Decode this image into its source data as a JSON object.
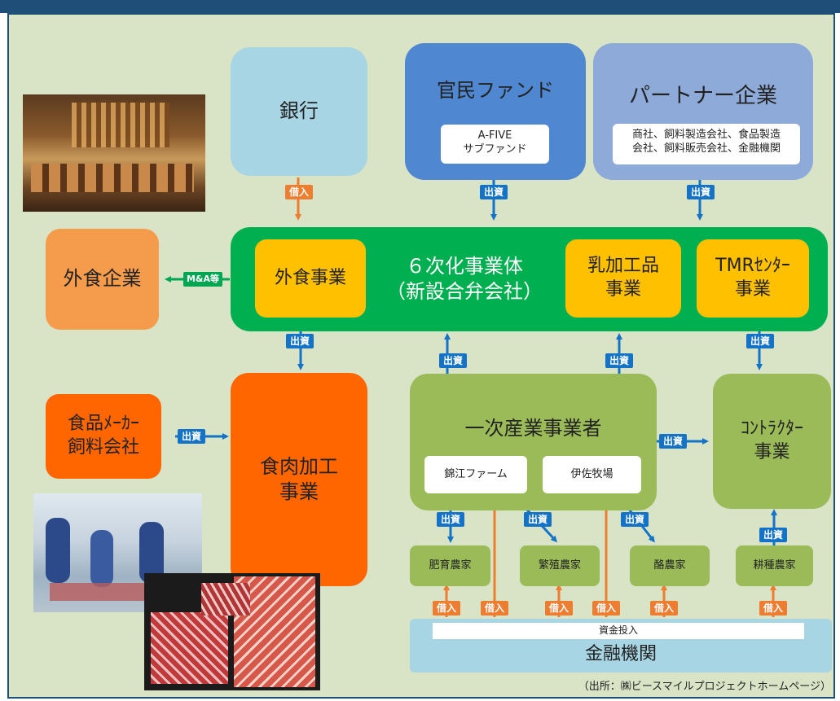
{
  "colors": {
    "header": "#1f4e79",
    "background": "#d9e4c7",
    "bank": "#a8d5e4",
    "fund": "#4f88d0",
    "partner": "#8eaad8",
    "main_entity": "#00b050",
    "business_yellow": "#ffc000",
    "orange_box": "#ff6600",
    "light_orange": "#f59b4c",
    "primary_green": "#9bbb59",
    "finance": "#a8d5e4",
    "arrow_blue": "#1473c6",
    "arrow_orange": "#ed7d31",
    "arrow_green": "#00a651"
  },
  "nodes": {
    "bank": "銀行",
    "fund": "官民ファンド",
    "fund_sub": "A-FIVE\nサブファンド",
    "partner": "パートナー企業",
    "partner_sub": "商社、飼料製造会社、食品製造\n会社、飼料販売会社、金融機関",
    "restaurant_company": "外食企業",
    "main_entity": "６次化事業体\n（新設合弁会社）",
    "restaurant_business": "外食事業",
    "dairy_business": "乳加工品\n事業",
    "tmr_business": "TMRｾﾝﾀｰ\n事業",
    "food_maker": "食品ﾒｰｶｰ\n飼料会社",
    "meat_processing": "食肉加工\n事業",
    "primary_industry": "一次産業事業者",
    "kinko_farm": "錦江ファーム",
    "isa_ranch": "伊佐牧場",
    "contractor": "ｺﾝﾄﾗｸﾀｰ\n事業",
    "fattening_farm": "肥育農家",
    "breeding_farm": "繁殖農家",
    "dairy_farm": "酪農家",
    "crop_farm": "耕種農家",
    "fund_input": "資金投入",
    "financial_institution": "金融機関"
  },
  "labels": {
    "invest": "出資",
    "borrow": "借入",
    "ma": "M&A等"
  },
  "source": "（出所：㈱ビースマイルプロジェクトホームページ）",
  "icons": {
    "photo_restaurant": "restaurant-interior-photo",
    "photo_factory": "meat-factory-photo",
    "photo_beef": "sliced-beef-photo"
  }
}
